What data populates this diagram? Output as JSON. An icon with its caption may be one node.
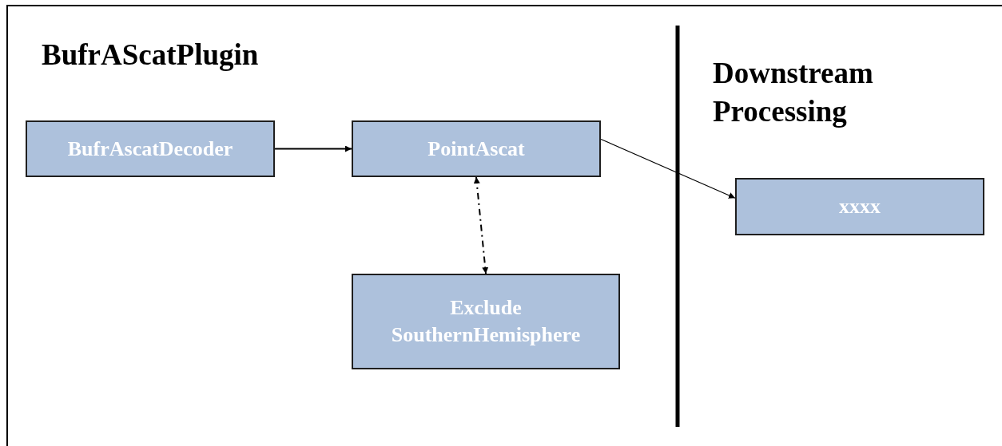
{
  "diagram": {
    "title": "BufrAScatPlugin",
    "nodes": [
      {
        "text": [
          "BufrAscatDecoder"
        ]
      },
      {
        "text": [
          "PointAscat"
        ]
      },
      {
        "text": [
          "Exclude SouthernHemisphere"
        ]
      },
      {
        "text": [
          "xxxx"
        ]
      }
    ],
    "edges": [
      {
        "from": 0,
        "to": 1,
        "arrow": "to"
      },
      {
        "from": 1,
        "to": 2,
        "arrow": "both",
        "style": "dashed"
      },
      {
        "from": 1,
        "to": 3,
        "arrow": "to"
      }
    ],
    "labels": [
      "Downstream Processing"
    ]
  }
}
